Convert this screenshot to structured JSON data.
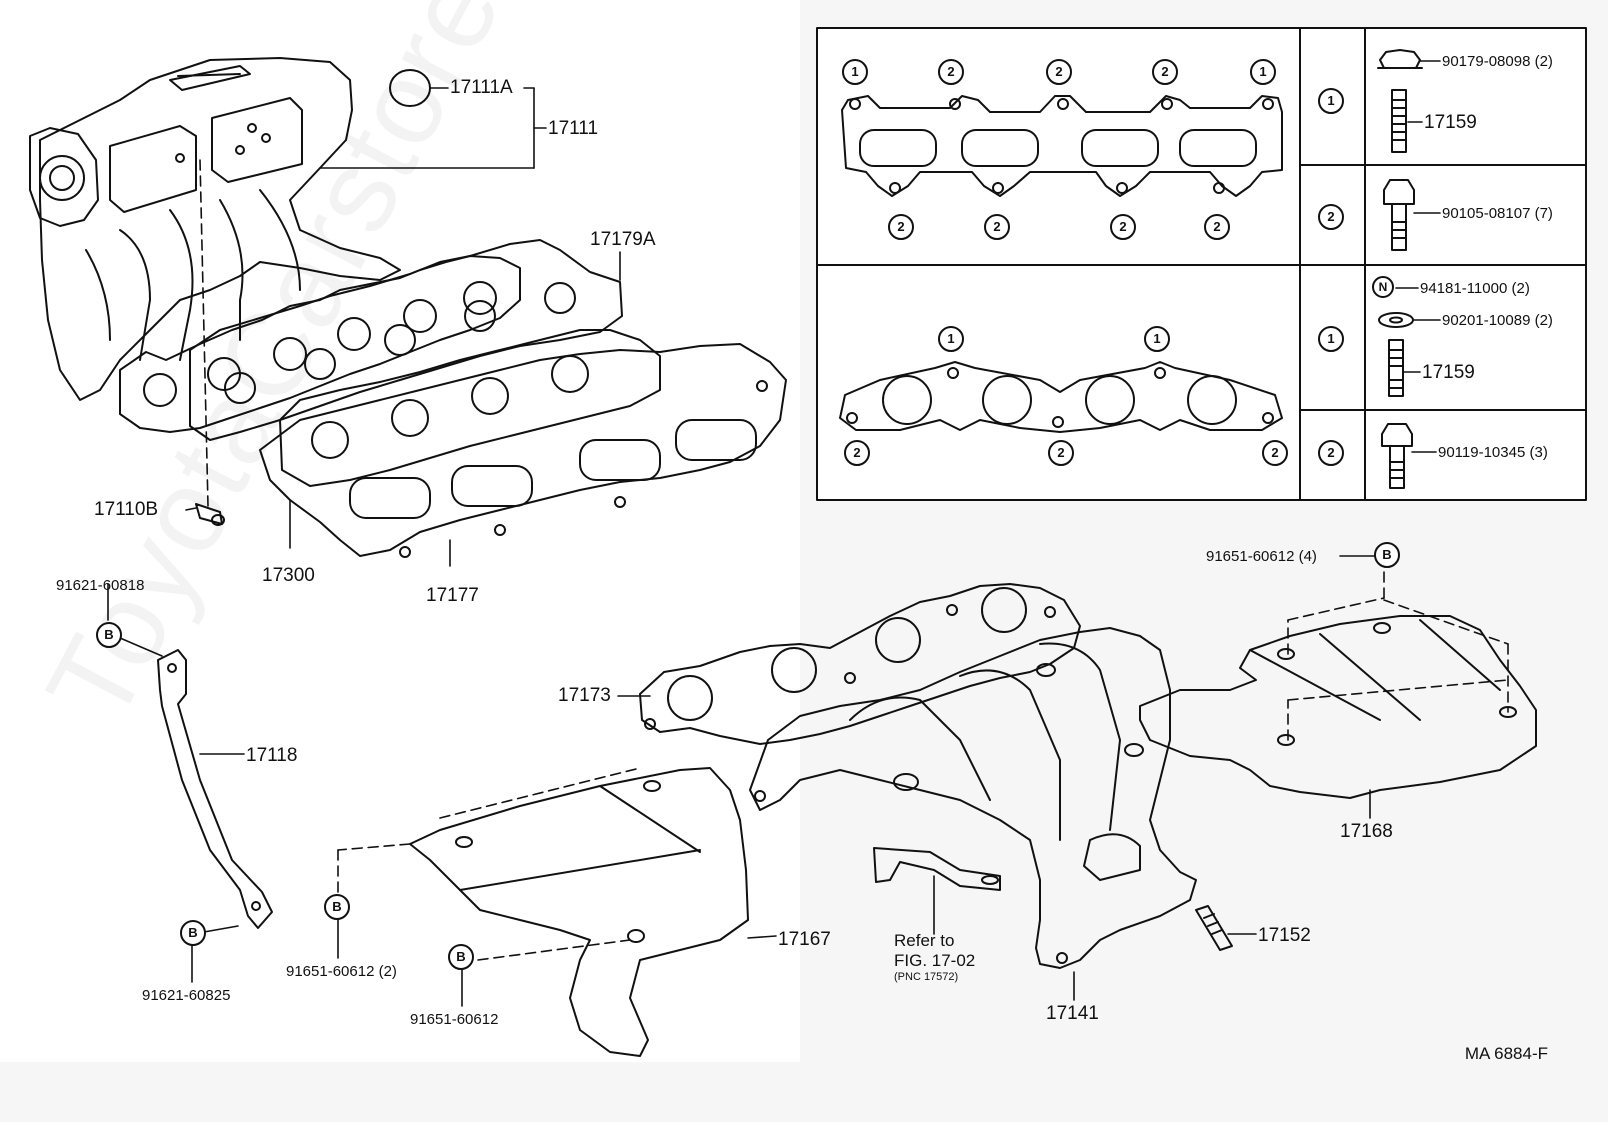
{
  "watermark": "ToyotaCarstore.ru",
  "diagram_code": "MA 6884-F",
  "callout_b": "B",
  "callout_n": "N",
  "callout_1": "1",
  "callout_2": "2",
  "parts": {
    "p17111A": "17111A",
    "p17111": "17111",
    "p17179A": "17179A",
    "p17110B": "17110B",
    "p17300": "17300",
    "p17177": "17177",
    "p91621_60818": "91621-60818",
    "p17118": "17118",
    "p91621_60825": "91621-60825",
    "p17173": "17173",
    "p91651_60612_4": "91651-60612 (4)",
    "p17168": "17168",
    "p17167": "17167",
    "p91651_60612_2": "91651-60612 (2)",
    "p91651_60612": "91651-60612",
    "refer_line1": "Refer to",
    "refer_line2": "FIG. 17-02",
    "refer_line3": "(PNC 17572)",
    "p17141": "17141",
    "p17152": "17152"
  },
  "table": {
    "row1_1": {
      "part": "90179-08098",
      "qty": "(2)",
      "part2": "17159"
    },
    "row1_2": {
      "part": "90105-08107",
      "qty": "(7)"
    },
    "row2_1": {
      "part": "94181-11000",
      "qty": "(2)",
      "part2": "90201-10089",
      "qty2": "(2)",
      "part3": "17159"
    },
    "row2_2": {
      "part": "90119-10345",
      "qty": "(3)"
    }
  }
}
